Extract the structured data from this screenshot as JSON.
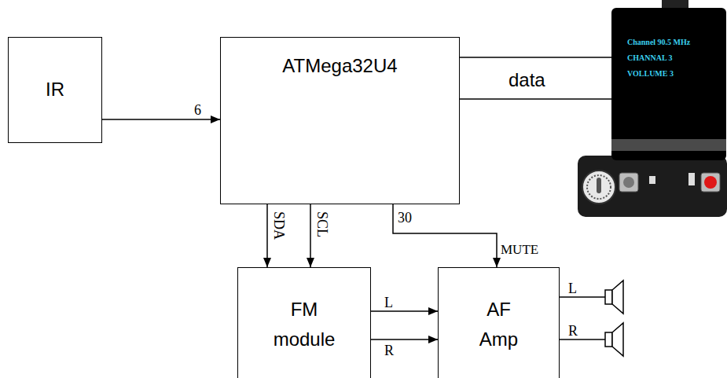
{
  "diagram": {
    "nodes": [
      {
        "text": [
          "IR"
        ]
      },
      {
        "text": [
          "ATMega32U4"
        ]
      },
      {
        "text": [
          "Channel 90.5 MHz",
          "CHANNAL 3",
          "VOLLUME 3"
        ]
      },
      {
        "text": [
          "FM module"
        ]
      },
      {
        "text": [
          "AF Amp"
        ]
      }
    ],
    "edges": [
      {
        "from": 0,
        "to": 1,
        "arrow": "to",
        "label": "6"
      },
      {
        "from": 1,
        "to": 2,
        "arrow": "none"
      },
      {
        "from": 1,
        "to": 2,
        "arrow": "none",
        "label": "data"
      },
      {
        "from": 1,
        "to": 3,
        "arrow": "to",
        "label": "SDA"
      },
      {
        "from": 1,
        "to": 3,
        "arrow": "to",
        "label": "SCL"
      },
      {
        "from": 1,
        "to": 4,
        "arrow": "to",
        "label": "30"
      },
      {
        "from": 3,
        "to": 4,
        "arrow": "to",
        "label": "L"
      },
      {
        "from": 3,
        "to": 4,
        "arrow": "to",
        "label": "R"
      }
    ],
    "labels": [
      "MUTE",
      "L",
      "R"
    ]
  }
}
